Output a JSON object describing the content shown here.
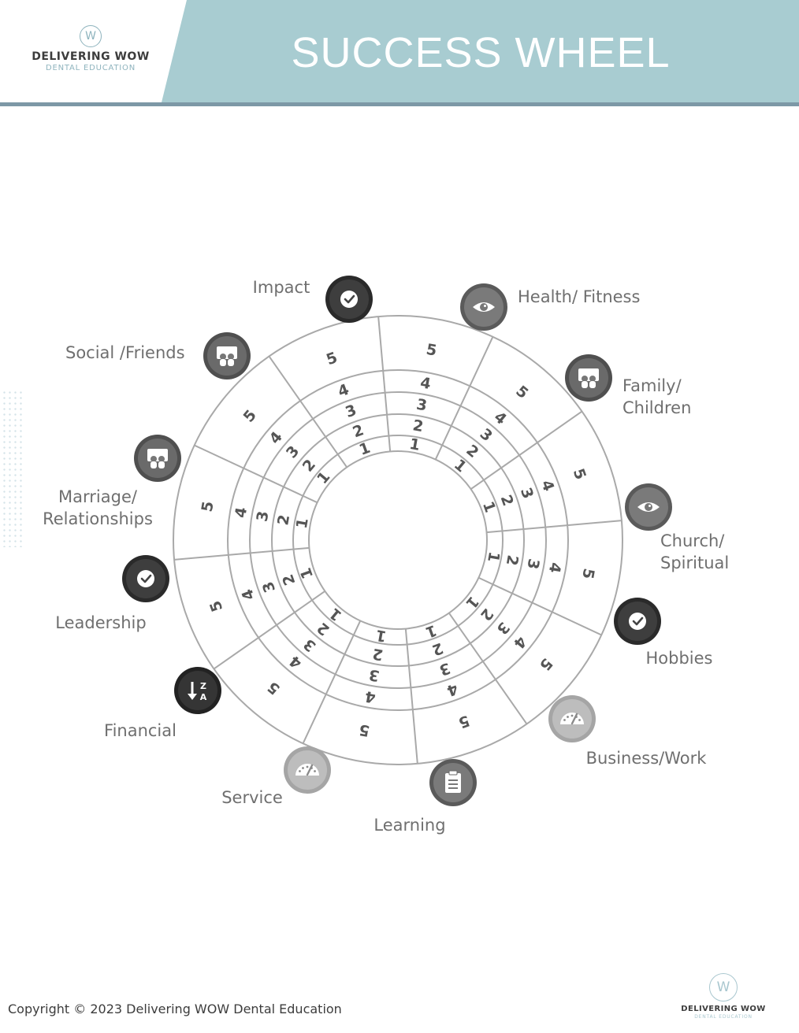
{
  "header": {
    "title": "SUCCESS WHEEL",
    "band_color": "#a8ccd1",
    "logo": {
      "mark": "W",
      "name": "DELIVERING WOW",
      "tagline": "DENTAL EDUCATION"
    }
  },
  "wheel": {
    "scale": [
      "1",
      "2",
      "3",
      "4",
      "5"
    ],
    "line_color": "#a9a9a9",
    "number_color": "#555555",
    "categories": [
      {
        "label": "Health/ Fitness",
        "icon": "eye-icon"
      },
      {
        "label": "Family/ Children",
        "icon": "presentation-icon"
      },
      {
        "label": "Church/ Spiritual",
        "icon": "eye-icon"
      },
      {
        "label": "Hobbies",
        "icon": "check-icon"
      },
      {
        "label": "Business/Work",
        "icon": "gauge-icon"
      },
      {
        "label": "Learning",
        "icon": "clipboard-icon"
      },
      {
        "label": "Service",
        "icon": "gauge-icon"
      },
      {
        "label": "Financial",
        "icon": "sort-za-icon"
      },
      {
        "label": "Leadership",
        "icon": "check-icon"
      },
      {
        "label": "Marriage/ Relationships",
        "icon": "presentation-icon"
      },
      {
        "label": "Social /Friends",
        "icon": "presentation-icon"
      },
      {
        "label": "Impact",
        "icon": "check-icon"
      }
    ]
  },
  "footer": {
    "copyright": "Copyright © 2023 Delivering WOW Dental Education",
    "logo": {
      "mark": "W",
      "name": "DELIVERING WOW",
      "tagline": "DENTAL EDUCATION"
    }
  }
}
